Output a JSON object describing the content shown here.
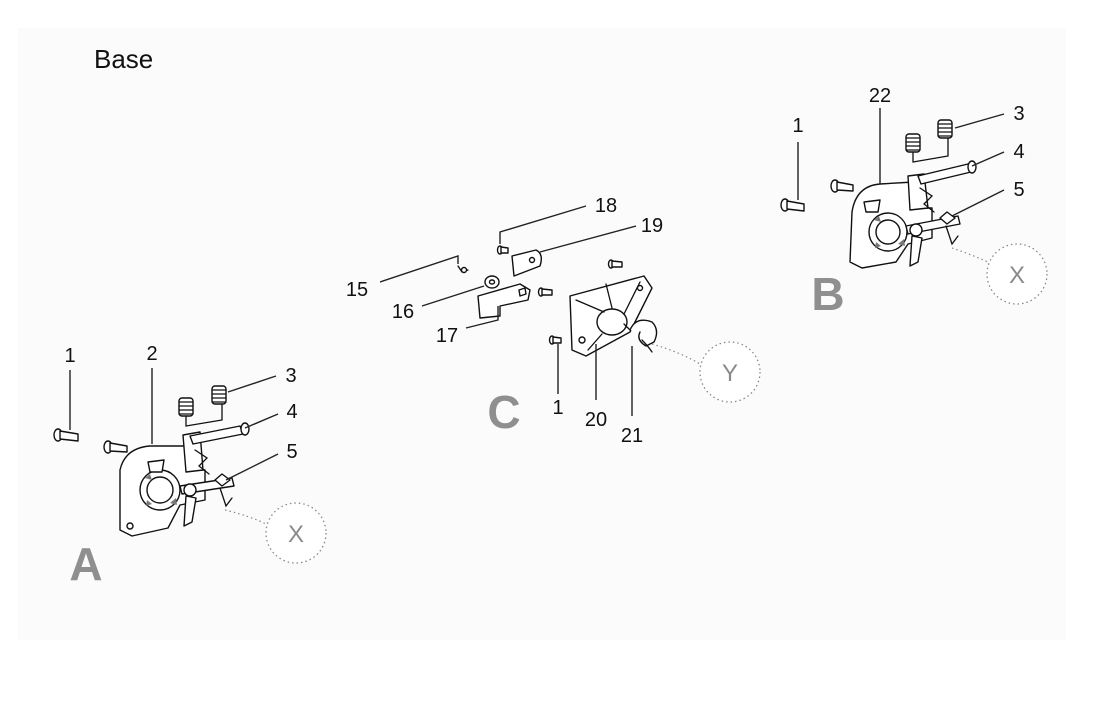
{
  "title": "Base",
  "views": {
    "a": "A",
    "b": "B",
    "c": "C"
  },
  "callouts": {
    "x_a": "X",
    "x_b": "X",
    "y_c": "Y"
  },
  "labels": {
    "a_1": "1",
    "a_2": "2",
    "a_3": "3",
    "a_4": "4",
    "a_5": "5",
    "b_1": "1",
    "b_22": "22",
    "b_3": "3",
    "b_4": "4",
    "b_5": "5",
    "c_15": "15",
    "c_16": "16",
    "c_17": "17",
    "c_18": "18",
    "c_19": "19",
    "c_1": "1",
    "c_20": "20",
    "c_21": "21"
  }
}
